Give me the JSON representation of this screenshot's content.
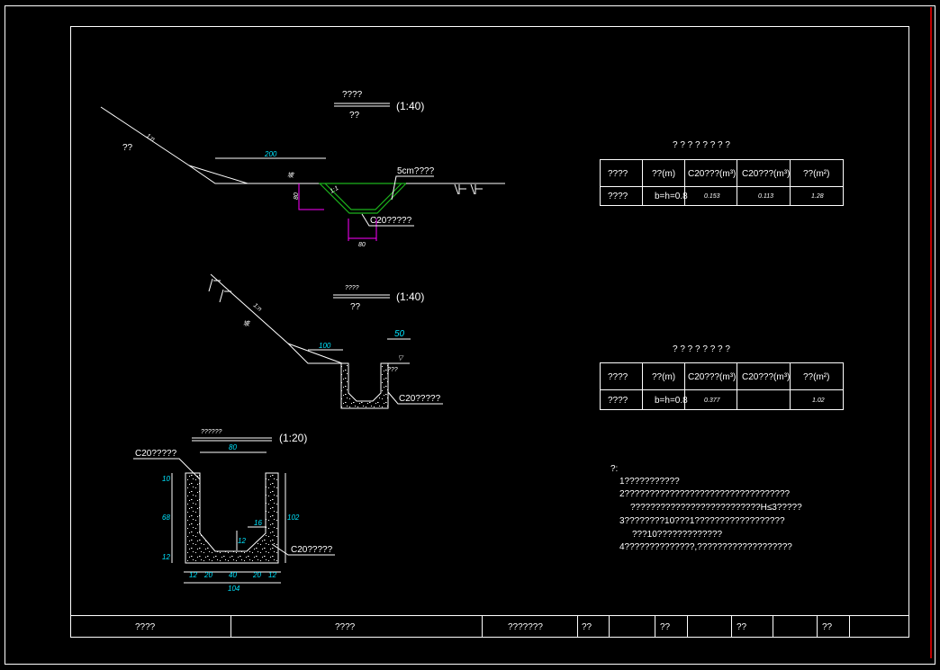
{
  "drawing": {
    "section1": {
      "title": "????",
      "subtitle": "??",
      "scale": "(1:40)",
      "side_label": "??",
      "slope_label": "1:n",
      "dim_width": "200",
      "berm_label": "坡",
      "slope_ratio": "1:1",
      "lining_note": "5cm????",
      "material": "C20?????",
      "dim_depth": "80",
      "dim_bottom": "80"
    },
    "section2": {
      "title": "????",
      "subtitle": "??",
      "scale": "(1:40)",
      "slope_label": "1:n",
      "side_label": "坡",
      "dim_berm": "100",
      "dim_top": "50",
      "level_label": "▽",
      "edge_label": "???",
      "material": "C20?????"
    },
    "section3": {
      "title": "??????",
      "scale": "(1:20)",
      "material_left": "C20?????",
      "material_right": "C20?????",
      "dim_inner": "80",
      "dim_left": [
        "10",
        "68",
        "12"
      ],
      "dim_right": "102",
      "dim_bottom": [
        "12",
        "20",
        "40",
        "20",
        "12"
      ],
      "dim_total": "104",
      "dim_chamfer_w": "16",
      "dim_chamfer_h": "12"
    },
    "table1": {
      "title": "? ? ? ? ? ? ? ?",
      "headers": [
        "????",
        "??(m)",
        "C20???(m³)",
        "C20???(m³)",
        "??(m²)"
      ],
      "row": [
        "????",
        "b=h=0.8",
        "0.153",
        "0.113",
        "1.28"
      ]
    },
    "table2": {
      "title": "? ? ? ? ? ? ? ?",
      "headers": [
        "????",
        "??(m)",
        "C20???(m³)",
        "C20???(m³)",
        "??(m²)"
      ],
      "row": [
        "????",
        "b=h=0.8",
        "0.377",
        "",
        "1.02"
      ]
    },
    "notes": {
      "heading": "?:",
      "lines": [
        "1???????????",
        "2?????????????????????????????????",
        "??????????????????????????H≤3?????",
        "3????????10???1??????????????????",
        "???10?????????????",
        "4??????????????,???????????????????"
      ]
    },
    "title_block": [
      "????",
      "????",
      "???????",
      "??",
      "??",
      "??",
      "??"
    ]
  },
  "colors": {
    "line": "#ffffff",
    "dimension": "#00e5ff",
    "magenta": "#ff00ff",
    "lining": "#1db31d",
    "border": "#ff0000"
  }
}
